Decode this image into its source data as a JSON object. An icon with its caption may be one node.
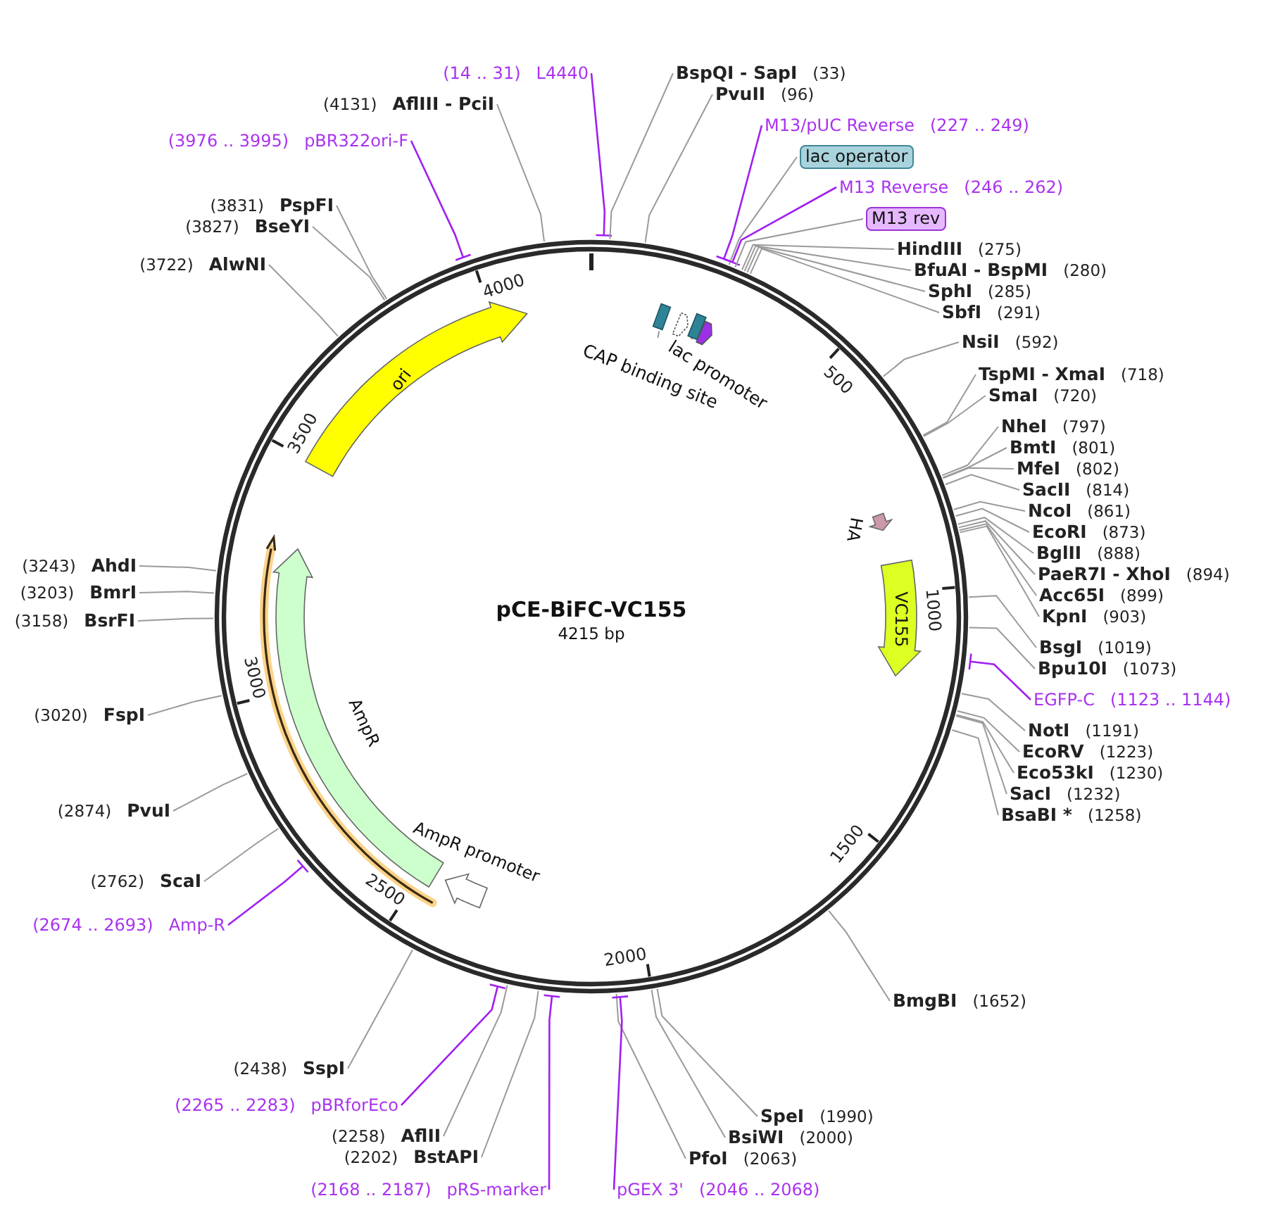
{
  "diagram": {
    "title": "pCE-BiFC-VC155",
    "nodes": [
      {
        "text": [
          "(14 .. 31)",
          "L4440"
        ]
      },
      {
        "text": [
          "BspQI - SapI",
          "(33)"
        ]
      },
      {
        "text": [
          "PvuII",
          "(96)"
        ]
      },
      {
        "text": [
          "M13/pUC Reverse",
          "(227 .. 249)"
        ]
      },
      {
        "text": [
          "lac operator"
        ]
      },
      {
        "text": [
          "M13 Reverse",
          "(246 .. 262)"
        ]
      },
      {
        "text": [
          "M13 rev"
        ]
      },
      {
        "text": [
          "HindIII",
          "(275)"
        ]
      },
      {
        "text": [
          "BfuAI - BspMI",
          "(280)"
        ]
      },
      {
        "text": [
          "SphI",
          "(285)"
        ]
      },
      {
        "text": [
          "SbfI",
          "(291)"
        ]
      },
      {
        "text": [
          "NsiI",
          "(592)"
        ]
      },
      {
        "text": [
          "TspMI - XmaI",
          "(718)"
        ]
      },
      {
        "text": [
          "SmaI",
          "(720)"
        ]
      },
      {
        "text": [
          "NheI",
          "(797)"
        ]
      },
      {
        "text": [
          "BmtI",
          "(801)"
        ]
      },
      {
        "text": [
          "MfeI",
          "(802)"
        ]
      },
      {
        "text": [
          "SacII",
          "(814)"
        ]
      },
      {
        "text": [
          "NcoI",
          "(861)"
        ]
      },
      {
        "text": [
          "EcoRI",
          "(873)"
        ]
      },
      {
        "text": [
          "BglII",
          "(888)"
        ]
      },
      {
        "text": [
          "PaeR7I - XhoI",
          "(894)"
        ]
      },
      {
        "text": [
          "Acc65I",
          "(899)"
        ]
      },
      {
        "text": [
          "KpnI",
          "(903)"
        ]
      },
      {
        "text": [
          "BsgI",
          "(1019)"
        ]
      },
      {
        "text": [
          "Bpu10I",
          "(1073)"
        ]
      },
      {
        "text": [
          "EGFP-C",
          "(1123 .. 1144)"
        ]
      },
      {
        "text": [
          "NotI",
          "(1191)"
        ]
      },
      {
        "text": [
          "EcoRV",
          "(1223)"
        ]
      },
      {
        "text": [
          "Eco53kI",
          "(1230)"
        ]
      },
      {
        "text": [
          "SacI",
          "(1232)"
        ]
      },
      {
        "text": [
          "BsaBI *",
          "(1258)"
        ]
      },
      {
        "text": [
          "BmgBI",
          "(1652)"
        ]
      },
      {
        "text": [
          "SpeI",
          "(1990)"
        ]
      },
      {
        "text": [
          "BsiWI",
          "(2000)"
        ]
      },
      {
        "text": [
          "PfoI",
          "(2063)"
        ]
      },
      {
        "text": [
          "pGEX 3'",
          "(2046 .. 2068)"
        ]
      },
      {
        "text": [
          "(2168 .. 2187)",
          "pRS-marker"
        ]
      },
      {
        "text": [
          "(2202)",
          "BstAPI"
        ]
      },
      {
        "text": [
          "(2258)",
          "AflII"
        ]
      },
      {
        "text": [
          "(2265 .. 2283)",
          "pBRforEco"
        ]
      },
      {
        "text": [
          "(2438)",
          "SspI"
        ]
      },
      {
        "text": [
          "(2674 .. 2693)",
          "Amp-R"
        ]
      },
      {
        "text": [
          "(2762)",
          "ScaI"
        ]
      },
      {
        "text": [
          "(2874)",
          "PvuI"
        ]
      },
      {
        "text": [
          "(3020)",
          "FspI"
        ]
      },
      {
        "text": [
          "(3158)",
          "BsrFI"
        ]
      },
      {
        "text": [
          "(3203)",
          "BmrI"
        ]
      },
      {
        "text": [
          "(3243)",
          "AhdI"
        ]
      },
      {
        "text": [
          "(3722)",
          "AlwNI"
        ]
      },
      {
        "text": [
          "(3827)",
          "BseYI"
        ]
      },
      {
        "text": [
          "(3831)",
          "PspFI"
        ]
      },
      {
        "text": [
          "(3976 .. 3995)",
          "pBR322ori-F"
        ]
      },
      {
        "text": [
          "(4131)",
          "AflIII - PciI"
        ]
      },
      {
        "text": [
          "ori"
        ]
      },
      {
        "text": [
          "AmpR"
        ]
      },
      {
        "text": [
          "AmpR promoter"
        ]
      },
      {
        "text": [
          "HA"
        ]
      },
      {
        "text": [
          "VC155"
        ]
      },
      {
        "text": [
          "lac promoter"
        ]
      },
      {
        "text": [
          "CAP binding site"
        ]
      },
      {
        "text": [],
        "shape": "box"
      },
      {
        "text": [],
        "shape": "arrow"
      },
      {
        "text": [],
        "shape": "box"
      },
      {
        "text": [],
        "shape": "arrow"
      }
    ],
    "edges": [
      {
        "from": 0,
        "to": null,
        "arrow": "none",
        "color": "#a020f0"
      },
      {
        "from": 1,
        "to": null,
        "arrow": "none"
      },
      {
        "from": 2,
        "to": null,
        "arrow": "none"
      },
      {
        "from": 3,
        "to": null,
        "arrow": "none",
        "color": "#a020f0"
      },
      {
        "from": 4,
        "to": null,
        "arrow": "none"
      },
      {
        "from": 5,
        "to": null,
        "arrow": "none",
        "color": "#a020f0"
      },
      {
        "from": 6,
        "to": null,
        "arrow": "none"
      },
      {
        "from": 7,
        "to": null,
        "arrow": "none"
      },
      {
        "from": 8,
        "to": null,
        "arrow": "none"
      },
      {
        "from": 9,
        "to": null,
        "arrow": "none"
      },
      {
        "from": 10,
        "to": null,
        "arrow": "none"
      },
      {
        "from": 11,
        "to": null,
        "arrow": "none"
      },
      {
        "from": 12,
        "to": null,
        "arrow": "none"
      },
      {
        "from": 13,
        "to": null,
        "arrow": "none"
      },
      {
        "from": 14,
        "to": null,
        "arrow": "none"
      },
      {
        "from": 15,
        "to": null,
        "arrow": "none"
      },
      {
        "from": 16,
        "to": null,
        "arrow": "none"
      },
      {
        "from": 17,
        "to": null,
        "arrow": "none"
      },
      {
        "from": 18,
        "to": null,
        "arrow": "none"
      },
      {
        "from": 19,
        "to": null,
        "arrow": "none"
      },
      {
        "from": 20,
        "to": null,
        "arrow": "none"
      },
      {
        "from": 21,
        "to": null,
        "arrow": "none"
      },
      {
        "from": 22,
        "to": null,
        "arrow": "none"
      },
      {
        "from": 23,
        "to": null,
        "arrow": "none"
      },
      {
        "from": 24,
        "to": null,
        "arrow": "none"
      },
      {
        "from": 25,
        "to": null,
        "arrow": "none"
      },
      {
        "from": 26,
        "to": null,
        "arrow": "none",
        "color": "#a020f0"
      },
      {
        "from": 27,
        "to": null,
        "arrow": "none"
      },
      {
        "from": 28,
        "to": null,
        "arrow": "none"
      },
      {
        "from": 29,
        "to": null,
        "arrow": "none"
      },
      {
        "from": 30,
        "to": null,
        "arrow": "none"
      },
      {
        "from": 31,
        "to": null,
        "arrow": "none"
      },
      {
        "from": 32,
        "to": null,
        "arrow": "none"
      },
      {
        "from": 33,
        "to": null,
        "arrow": "none"
      },
      {
        "from": 34,
        "to": null,
        "arrow": "none"
      },
      {
        "from": 35,
        "to": null,
        "arrow": "none"
      },
      {
        "from": 36,
        "to": null,
        "arrow": "none",
        "color": "#a020f0"
      },
      {
        "from": 37,
        "to": null,
        "arrow": "none",
        "color": "#a020f0"
      },
      {
        "from": 38,
        "to": null,
        "arrow": "none"
      },
      {
        "from": 39,
        "to": null,
        "arrow": "none"
      },
      {
        "from": 40,
        "to": null,
        "arrow": "none",
        "color": "#a020f0"
      },
      {
        "from": 41,
        "to": null,
        "arrow": "none"
      },
      {
        "from": 42,
        "to": null,
        "arrow": "none",
        "color": "#a020f0"
      },
      {
        "from": 43,
        "to": null,
        "arrow": "none"
      },
      {
        "from": 44,
        "to": null,
        "arrow": "none"
      },
      {
        "from": 45,
        "to": null,
        "arrow": "none"
      },
      {
        "from": 46,
        "to": null,
        "arrow": "none"
      },
      {
        "from": 47,
        "to": null,
        "arrow": "none"
      },
      {
        "from": 48,
        "to": null,
        "arrow": "none"
      },
      {
        "from": 49,
        "to": null,
        "arrow": "none"
      },
      {
        "from": 50,
        "to": null,
        "arrow": "none"
      },
      {
        "from": 51,
        "to": null,
        "arrow": "none"
      },
      {
        "from": 52,
        "to": null,
        "arrow": "none",
        "color": "#a020f0"
      },
      {
        "from": 53,
        "to": null,
        "arrow": "none"
      },
      {
        "from": 60,
        "to": 61,
        "arrow": "none"
      },
      {
        "from": 59,
        "to": 62,
        "arrow": "none"
      }
    ],
    "labels": [
      "4215 bp",
      "500",
      "1000",
      "1500",
      "2000",
      "2500",
      "3000",
      "3500",
      "4000"
    ]
  }
}
